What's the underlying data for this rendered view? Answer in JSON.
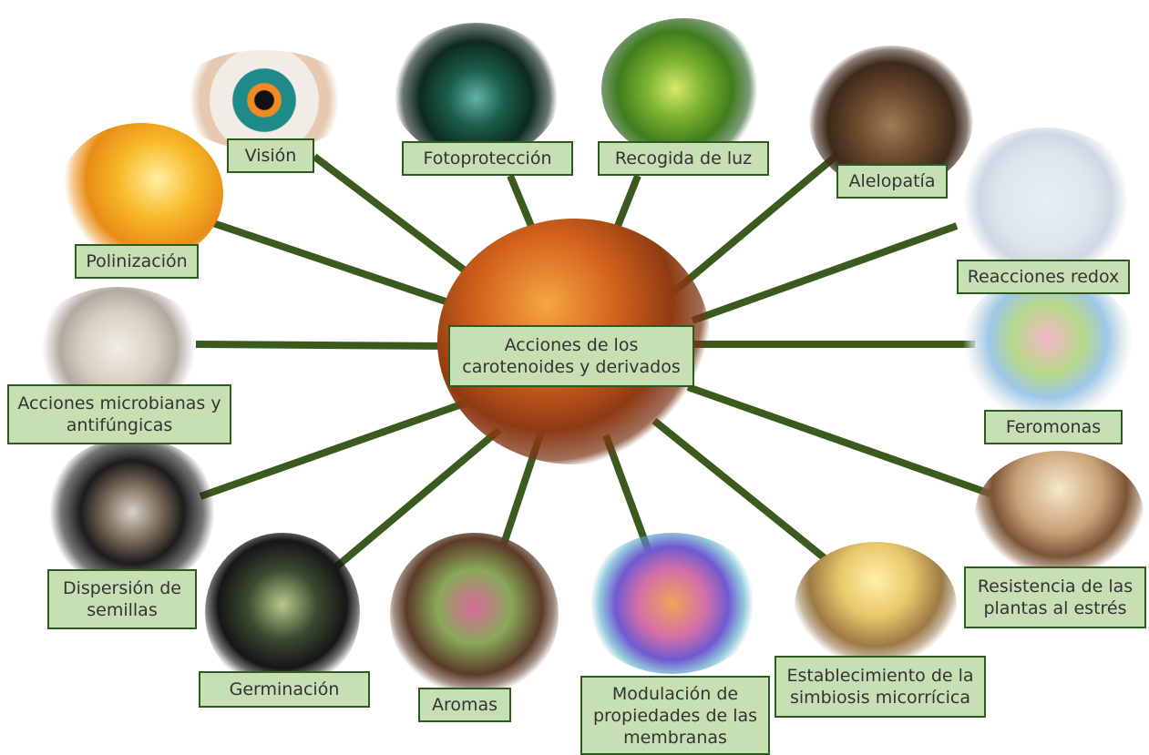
{
  "center": {
    "label": "Acciones de los\ncarotenoides y derivados"
  },
  "nodes": [
    {
      "key": "vision",
      "label": "Visión"
    },
    {
      "key": "fotoproteccion",
      "label": "Fotoprotección"
    },
    {
      "key": "recogida",
      "label": "Recogida de luz"
    },
    {
      "key": "alelopatia",
      "label": "Alelopatía"
    },
    {
      "key": "redox",
      "label": "Reacciones redox"
    },
    {
      "key": "feromonas",
      "label": "Feromonas"
    },
    {
      "key": "estres",
      "label": "Resistencia de las\nplantas al estrés"
    },
    {
      "key": "simbiosis",
      "label": "Establecimiento de la\nsimbiosis micorrícica"
    },
    {
      "key": "membranas",
      "label": "Modulación de\npropiedades de las\nmembranas"
    },
    {
      "key": "aromas",
      "label": "Aromas"
    },
    {
      "key": "germinacion",
      "label": "Germinación"
    },
    {
      "key": "dispersion",
      "label": "Dispersión de\nsemillas"
    },
    {
      "key": "microbianas",
      "label": "Acciones microbianas y\nantifúngicas"
    },
    {
      "key": "polinizacion",
      "label": "Polinización"
    }
  ],
  "colors": {
    "connector": "#3b5a1e",
    "label_fill": "#c6e0b4",
    "label_border": "#2f5a1f"
  }
}
